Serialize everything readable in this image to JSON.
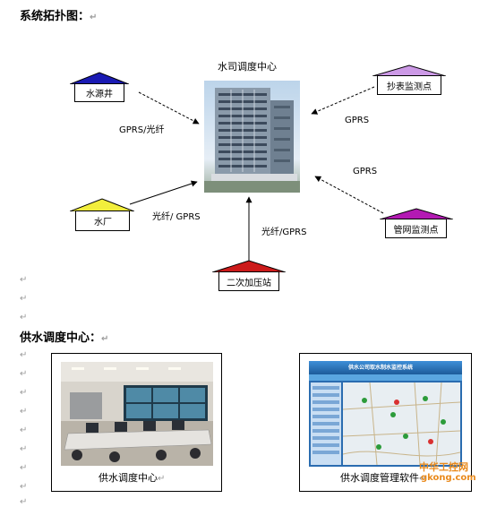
{
  "section1": {
    "heading": "系统拓扑图："
  },
  "center": {
    "title": "水司调度中心"
  },
  "nodes": {
    "water_source": "水源井",
    "water_plant": "水厂",
    "booster": "二次加压站",
    "meter_point": "抄表监测点",
    "pipe_point": "管网监测点"
  },
  "links": {
    "source": "GPRS/光纤",
    "plant": "光纤/ GPRS",
    "booster": "光纤/GPRS",
    "meter": "GPRS",
    "pipe": "GPRS"
  },
  "section2": {
    "heading": "供水调度中心："
  },
  "photos": {
    "control_room_caption": "供水调度中心",
    "software_caption": "供水调度管理软件",
    "software_title": "供水公司取水制水监控系统"
  },
  "watermark": {
    "line1": "中华工控网",
    "line2": "gkong.com"
  },
  "return_mark": "↵",
  "colors": {
    "water_source_roof": "#1a1ab3",
    "water_plant_roof": "#f2ee3c",
    "booster_roof": "#cc1a1a",
    "meter_roof": "#cc99e6",
    "pipe_roof": "#b31ab3"
  }
}
